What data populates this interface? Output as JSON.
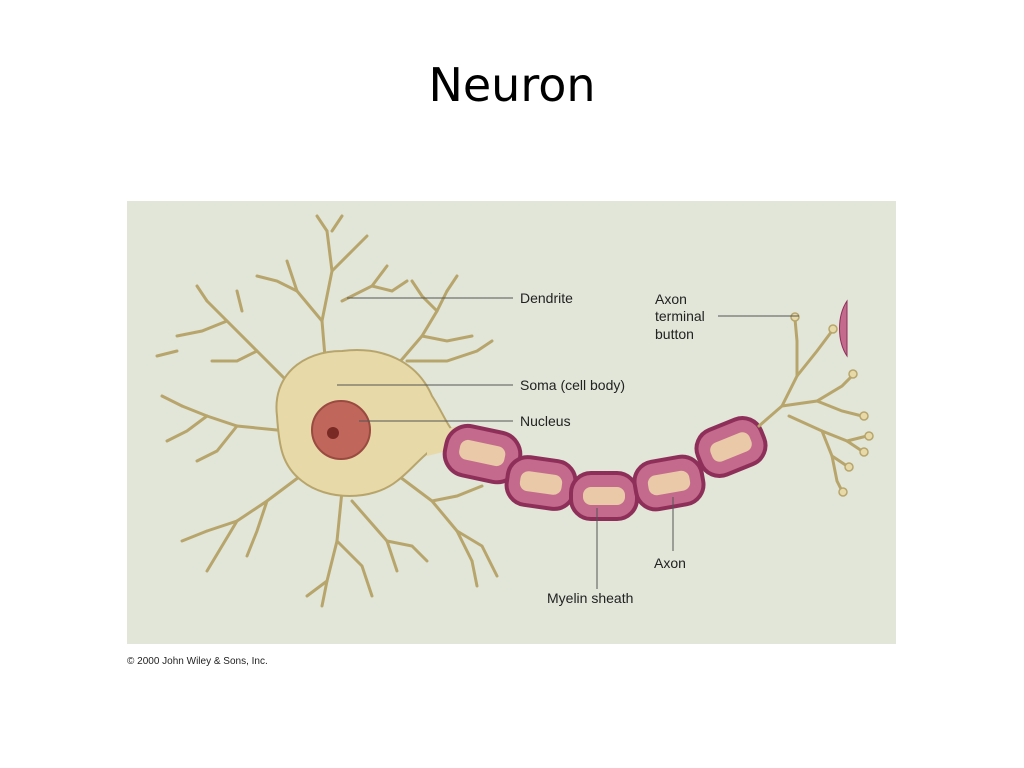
{
  "slide": {
    "title": "Neuron"
  },
  "diagram": {
    "labels": {
      "dendrite": "Dendrite",
      "axon_terminal_line1": "Axon",
      "axon_terminal_line2": "terminal",
      "axon_terminal_line3": "button",
      "soma": "Soma (cell body)",
      "nucleus": "Nucleus",
      "axon": "Axon",
      "myelin_sheath": "Myelin sheath"
    },
    "colors": {
      "background": "#e1e6d8",
      "cell_body": "#e7d9a8",
      "cell_outline": "#b8a56c",
      "nucleus": "#c0665a",
      "myelin": "#c46a8c",
      "myelin_outline": "#8e2f5a",
      "myelin_inner": "#e9c9a8"
    }
  },
  "footer": {
    "copyright": "© 2000 John Wiley & Sons, Inc."
  }
}
